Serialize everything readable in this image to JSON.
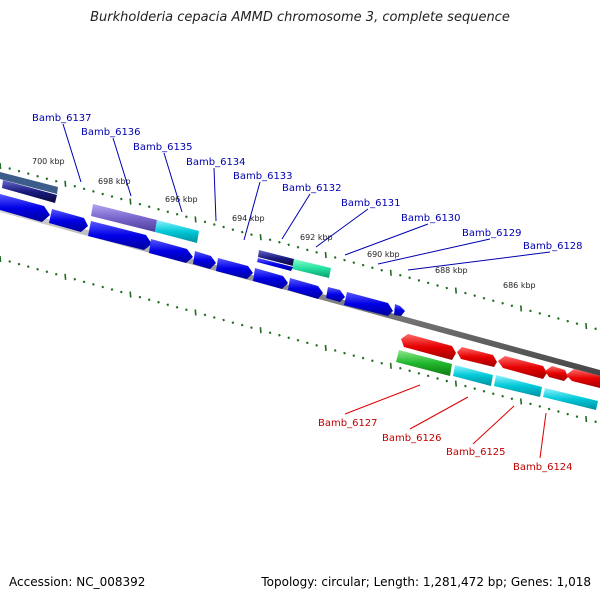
{
  "title": "Burkholderia cepacia AMMD chromosome 3, complete sequence",
  "accession": "Accession: NC_008392",
  "stats": "Topology: circular; Length: 1,281,472 bp; Genes: 1,018",
  "kbp_labels": [
    "700 kbp",
    "698 kbp",
    "696 kbp",
    "694 kbp",
    "692 kbp",
    "690 kbp",
    "688 kbp",
    "686 kbp"
  ],
  "forward_genes": [
    "Bamb_6137",
    "Bamb_6136",
    "Bamb_6135",
    "Bamb_6134",
    "Bamb_6133",
    "Bamb_6132",
    "Bamb_6131",
    "Bamb_6130",
    "Bamb_6129",
    "Bamb_6128"
  ],
  "reverse_genes": [
    "Bamb_6127",
    "Bamb_6126",
    "Bamb_6125",
    "Bamb_6124"
  ],
  "colors": {
    "cds": "#0000e6",
    "gene_label_forward": "#0000b0",
    "gene_label_reverse": "#c00000",
    "reverse_cds": "#e60000",
    "cyan_feature": "#00c8d8",
    "purple_feature": "#7a66cc",
    "green_feature": "#22b82e",
    "teal_feature": "#22e0a0",
    "backbone": "#888888",
    "ticks": "#1f6b1f"
  }
}
